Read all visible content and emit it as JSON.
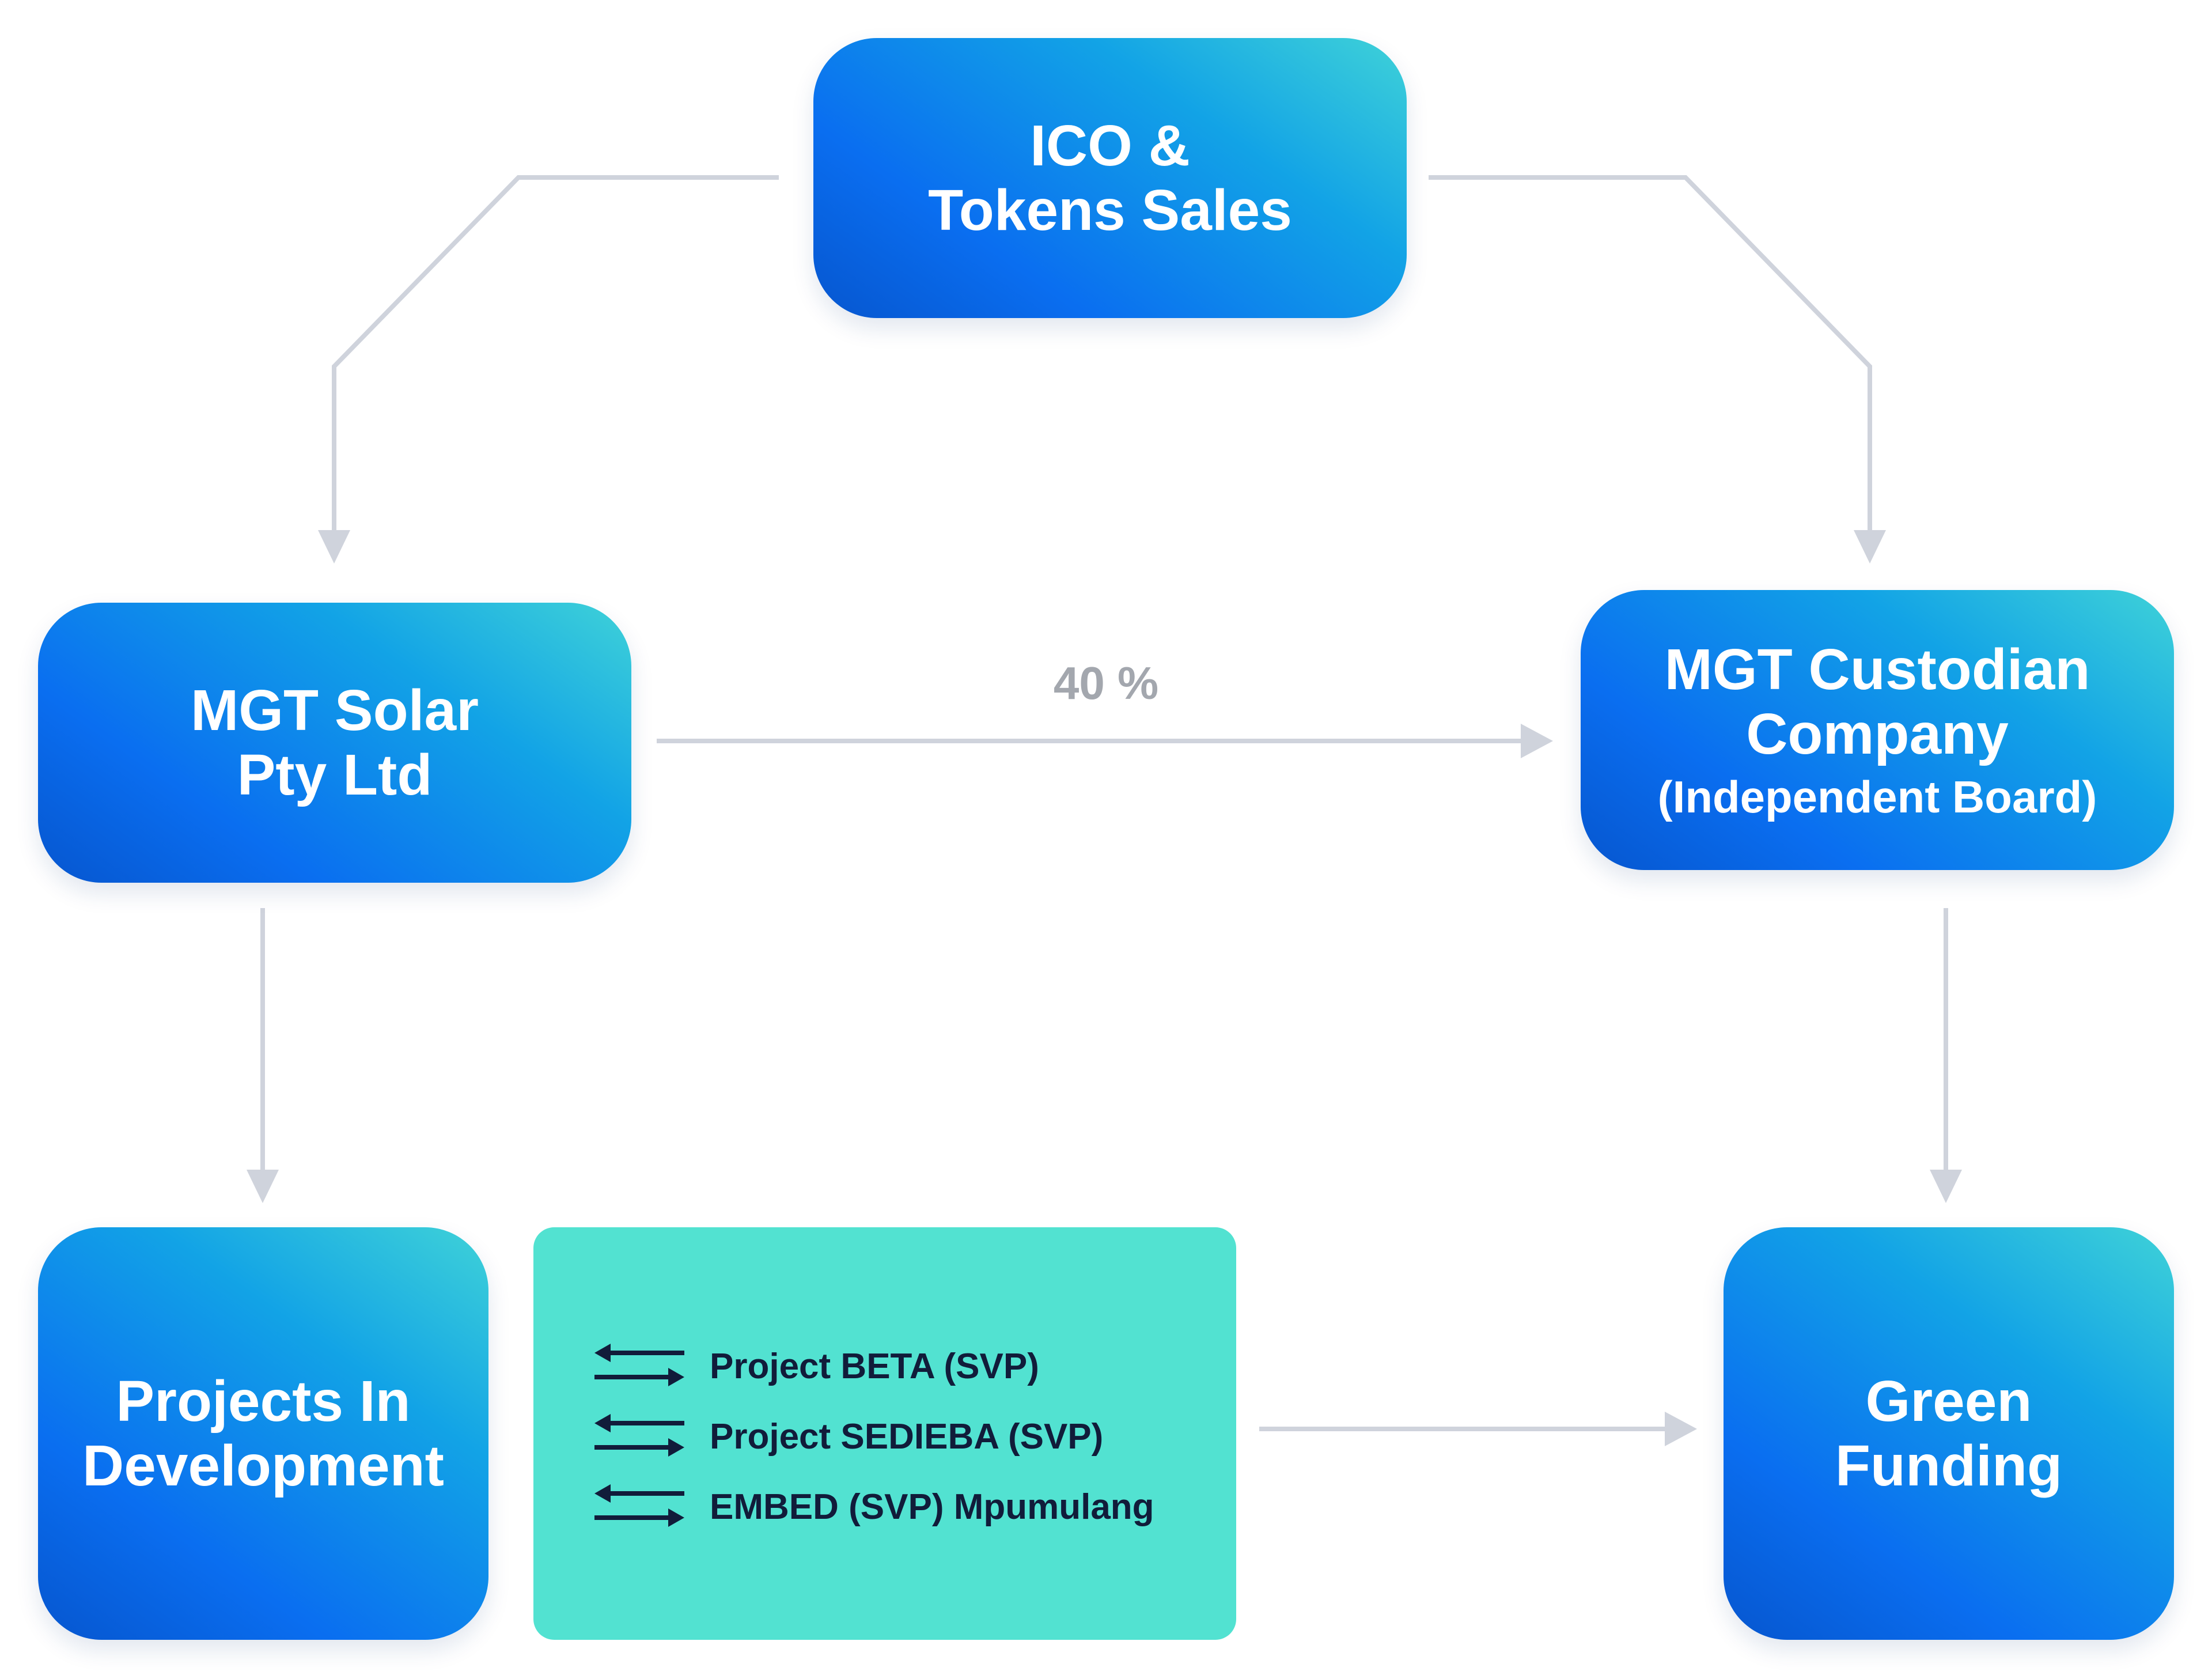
{
  "nodes": {
    "ico": {
      "line1": "ICO &",
      "line2": "Tokens Sales"
    },
    "solar": {
      "line1": "MGT Solar",
      "line2": "Pty Ltd"
    },
    "custodian": {
      "line1": "MGT Custodian",
      "line2": "Company",
      "line3": "(Independent Board)"
    },
    "projects": {
      "line1": "Projects In",
      "line2": "Development"
    },
    "green": {
      "line1": "Green",
      "line2": "Funding"
    }
  },
  "project_list": [
    {
      "label": "Project BETA (SVP)",
      "icon": "bidirectional-arrows-icon"
    },
    {
      "label": "Project SEDIEBA (SVP)",
      "icon": "bidirectional-arrows-icon"
    },
    {
      "label": "EMBED (SVP) Mpumulang",
      "icon": "bidirectional-arrows-icon"
    }
  ],
  "edge_labels": {
    "solar_to_custodian": "40 %"
  },
  "colors": {
    "node_gradient_start": "#0656cf",
    "node_gradient_mid": "#0a6ef0",
    "node_gradient_end": "#3fd2d8",
    "list_box": "#52e2d1",
    "connector": "#cfd3dc",
    "list_text": "#111c3a",
    "edge_label": "#a3a7ae"
  }
}
